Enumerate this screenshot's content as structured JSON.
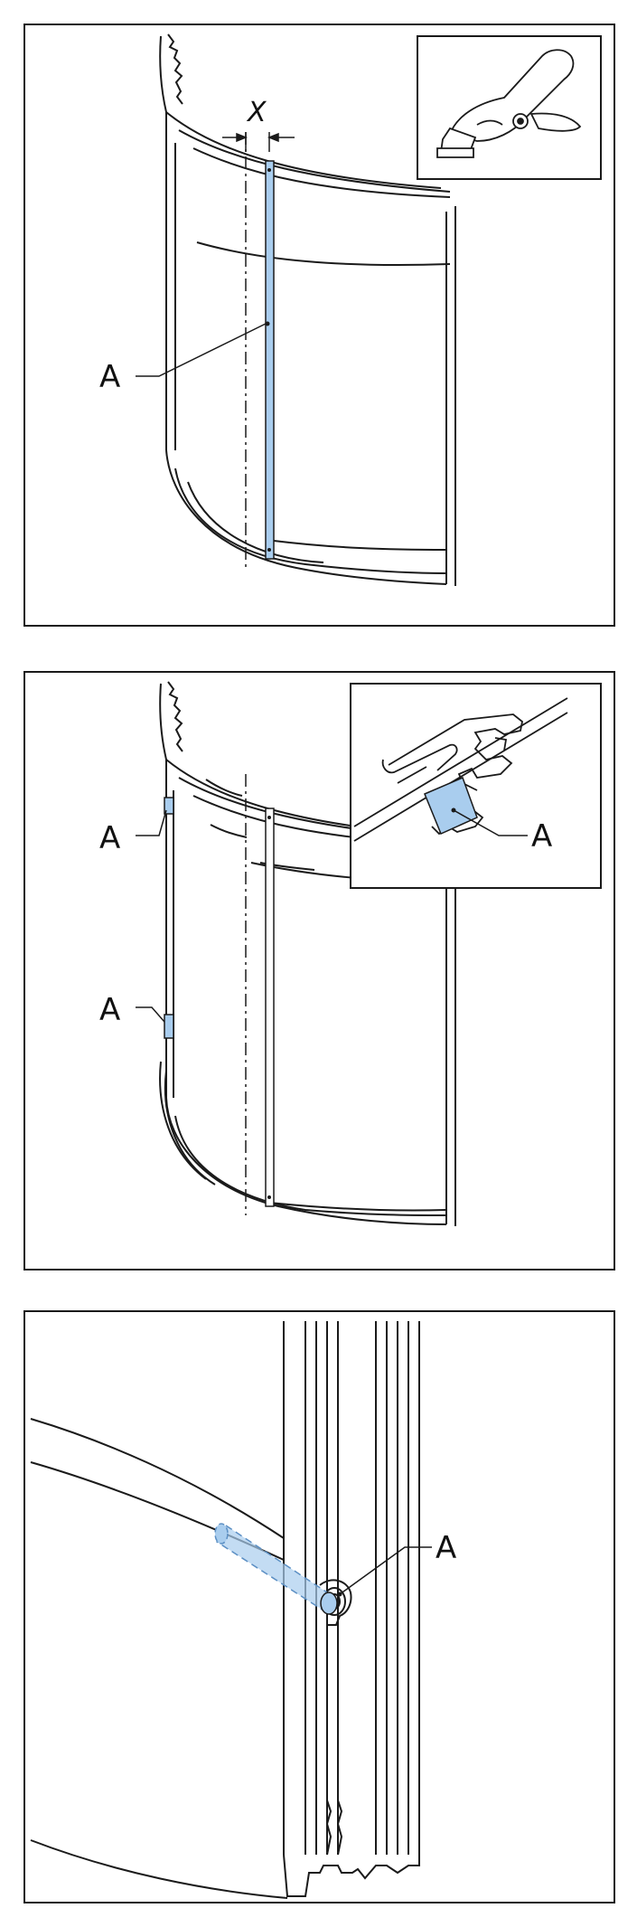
{
  "colors": {
    "line": "#1a1a1a",
    "highlight_fill": "#a9cdee",
    "highlight_stroke": "#5b8fc4",
    "background": "#ffffff"
  },
  "panel1": {
    "callout_label": "A",
    "dimension_label": "X"
  },
  "panel2": {
    "callout_label_upper": "A",
    "callout_label_lower": "A",
    "detail_callout_label": "A"
  },
  "panel3": {
    "callout_label": "A"
  },
  "icons": {
    "clamp": "spring-clamp-icon"
  }
}
